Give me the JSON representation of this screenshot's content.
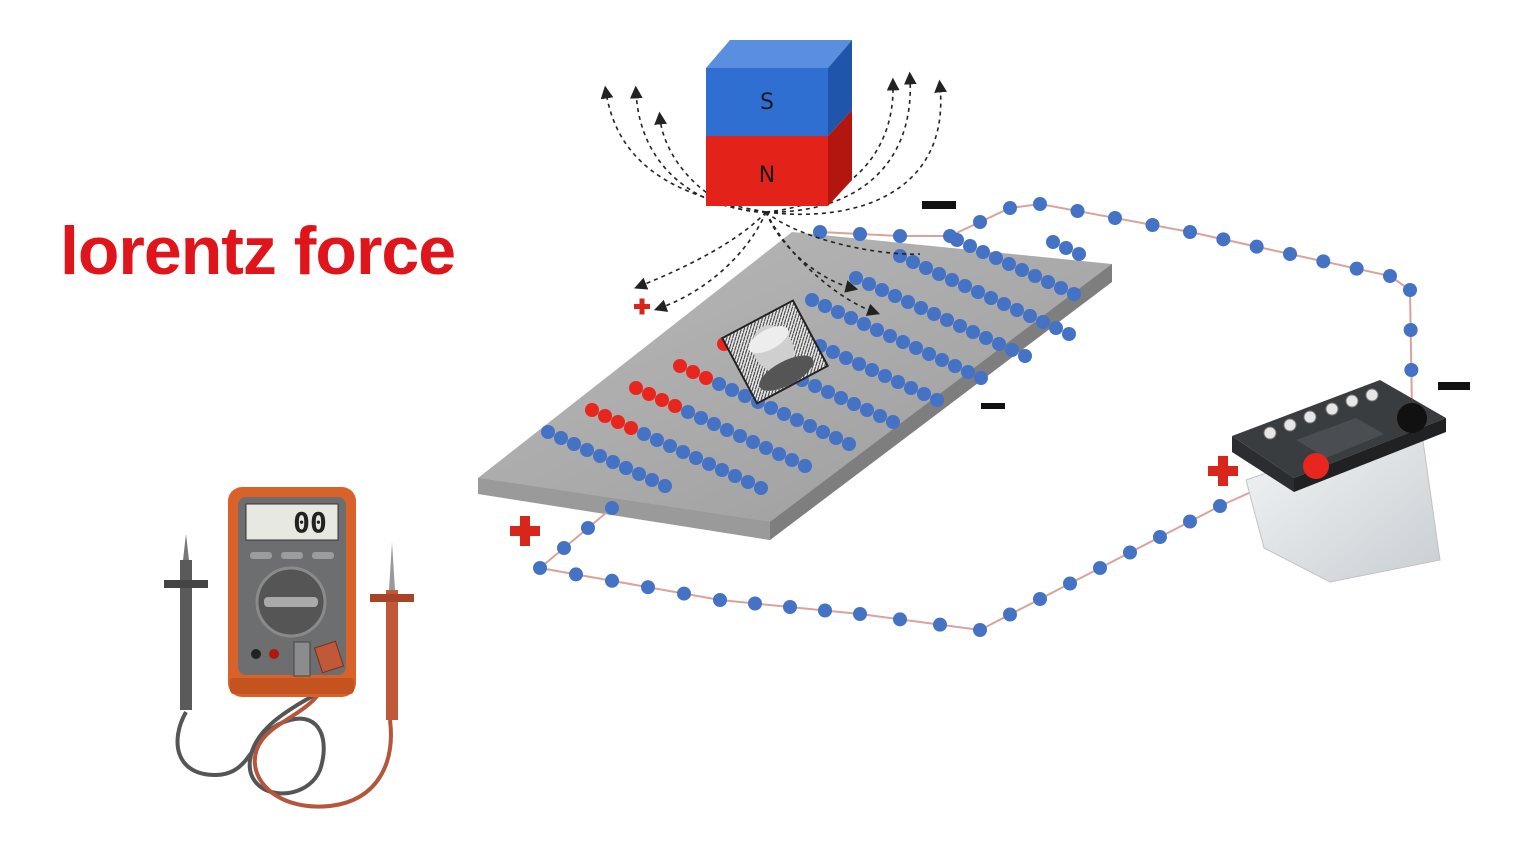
{
  "title": "lorentz force",
  "magnet": {
    "top_pole": "S",
    "bottom_pole": "N"
  },
  "multimeter": {
    "display": "00"
  },
  "colors": {
    "title": "#e0151b",
    "electron": "#4472c4",
    "positive_charge": "#e8261e",
    "magnet_south": "#2e6fd1",
    "magnet_north": "#e3231a",
    "plate": "#a9a9a9",
    "wire": "#d9a39a",
    "plus_sign": "#d9261c",
    "minus_sign": "#111111",
    "multimeter_body": "#d9622b"
  },
  "icons": [
    "magnet-icon",
    "battery-icon",
    "multimeter-icon",
    "portrait-icon",
    "plus-sign-icon",
    "minus-sign-icon",
    "field-line-arrow-icon"
  ]
}
